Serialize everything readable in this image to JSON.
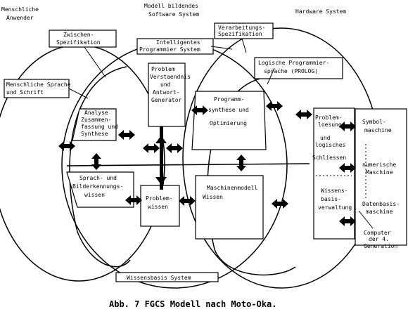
{
  "labels": {
    "menschliche_anwender": [
      "Menschliche",
      "Anwender"
    ],
    "modell_software": [
      "Modell bildendes",
      "Software System"
    ],
    "hardware_system": "Hardware System",
    "zwischen_spez": [
      "Zwischen-",
      "Spezifikation"
    ],
    "verarbeitungs_spez": [
      "Verarbeitungs-",
      "Spezifikation"
    ],
    "intelligentes_prog": [
      "Intelligentes",
      "Programmier System"
    ],
    "logische_prog": [
      "Logische Programmier-",
      "sprache (PROLOG)"
    ],
    "menschliche_sprache": [
      "Menschliche Sprache",
      "und Schrift"
    ],
    "problem_verstaendnis": [
      "Problem",
      "Verstaendnis",
      "und",
      "Antwort-",
      "Generator"
    ],
    "analyse": [
      "Analyse",
      "Zusammen-",
      "fassung und",
      "Synthese"
    ],
    "programm_synthese": [
      "Programm-",
      "synthese und",
      "Optimierung"
    ],
    "problem_loesung": [
      "Problem-",
      "loesung",
      "und",
      "logisches",
      "Schliessen"
    ],
    "symbol_maschine": [
      "Symbol-",
      "maschine"
    ],
    "numerische_maschine": [
      "numerische",
      "Maschine"
    ],
    "sprach_bilder": [
      "Sprach- und",
      "Bilderkennungs-",
      "wissen"
    ],
    "problem_wissen": [
      "Problem-",
      "wissen"
    ],
    "maschinenmodell": [
      "Maschinenmodell",
      "Wissen"
    ],
    "wissensbasis_verwaltung": [
      "Wissens-",
      "basis-",
      "verwaltung"
    ],
    "datenbasis_maschine": [
      "Datenbasis-",
      "maschine"
    ],
    "computer_4gen": [
      "Computer",
      "der 4.",
      "Generation"
    ],
    "wissensbasis_system": "Wissensbasis System"
  },
  "caption": "Abb. 7 FGCS Modell nach Moto-Oka."
}
